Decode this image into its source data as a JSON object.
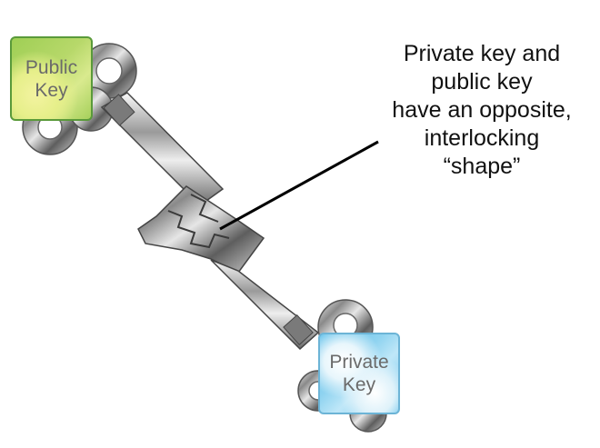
{
  "annotation": {
    "lines": [
      "Private key and",
      "public key",
      "have an opposite,",
      "interlocking",
      "“shape”"
    ]
  },
  "public_key_badge": {
    "lines": [
      "Public",
      "Key"
    ],
    "color": "#9fcf55"
  },
  "private_key_badge": {
    "lines": [
      "Private",
      "Key"
    ],
    "color": "#5fc0ea"
  },
  "colors": {
    "metal_dark": "#5a5a5a",
    "metal_light": "#e8e8e8",
    "text": "#111111"
  }
}
